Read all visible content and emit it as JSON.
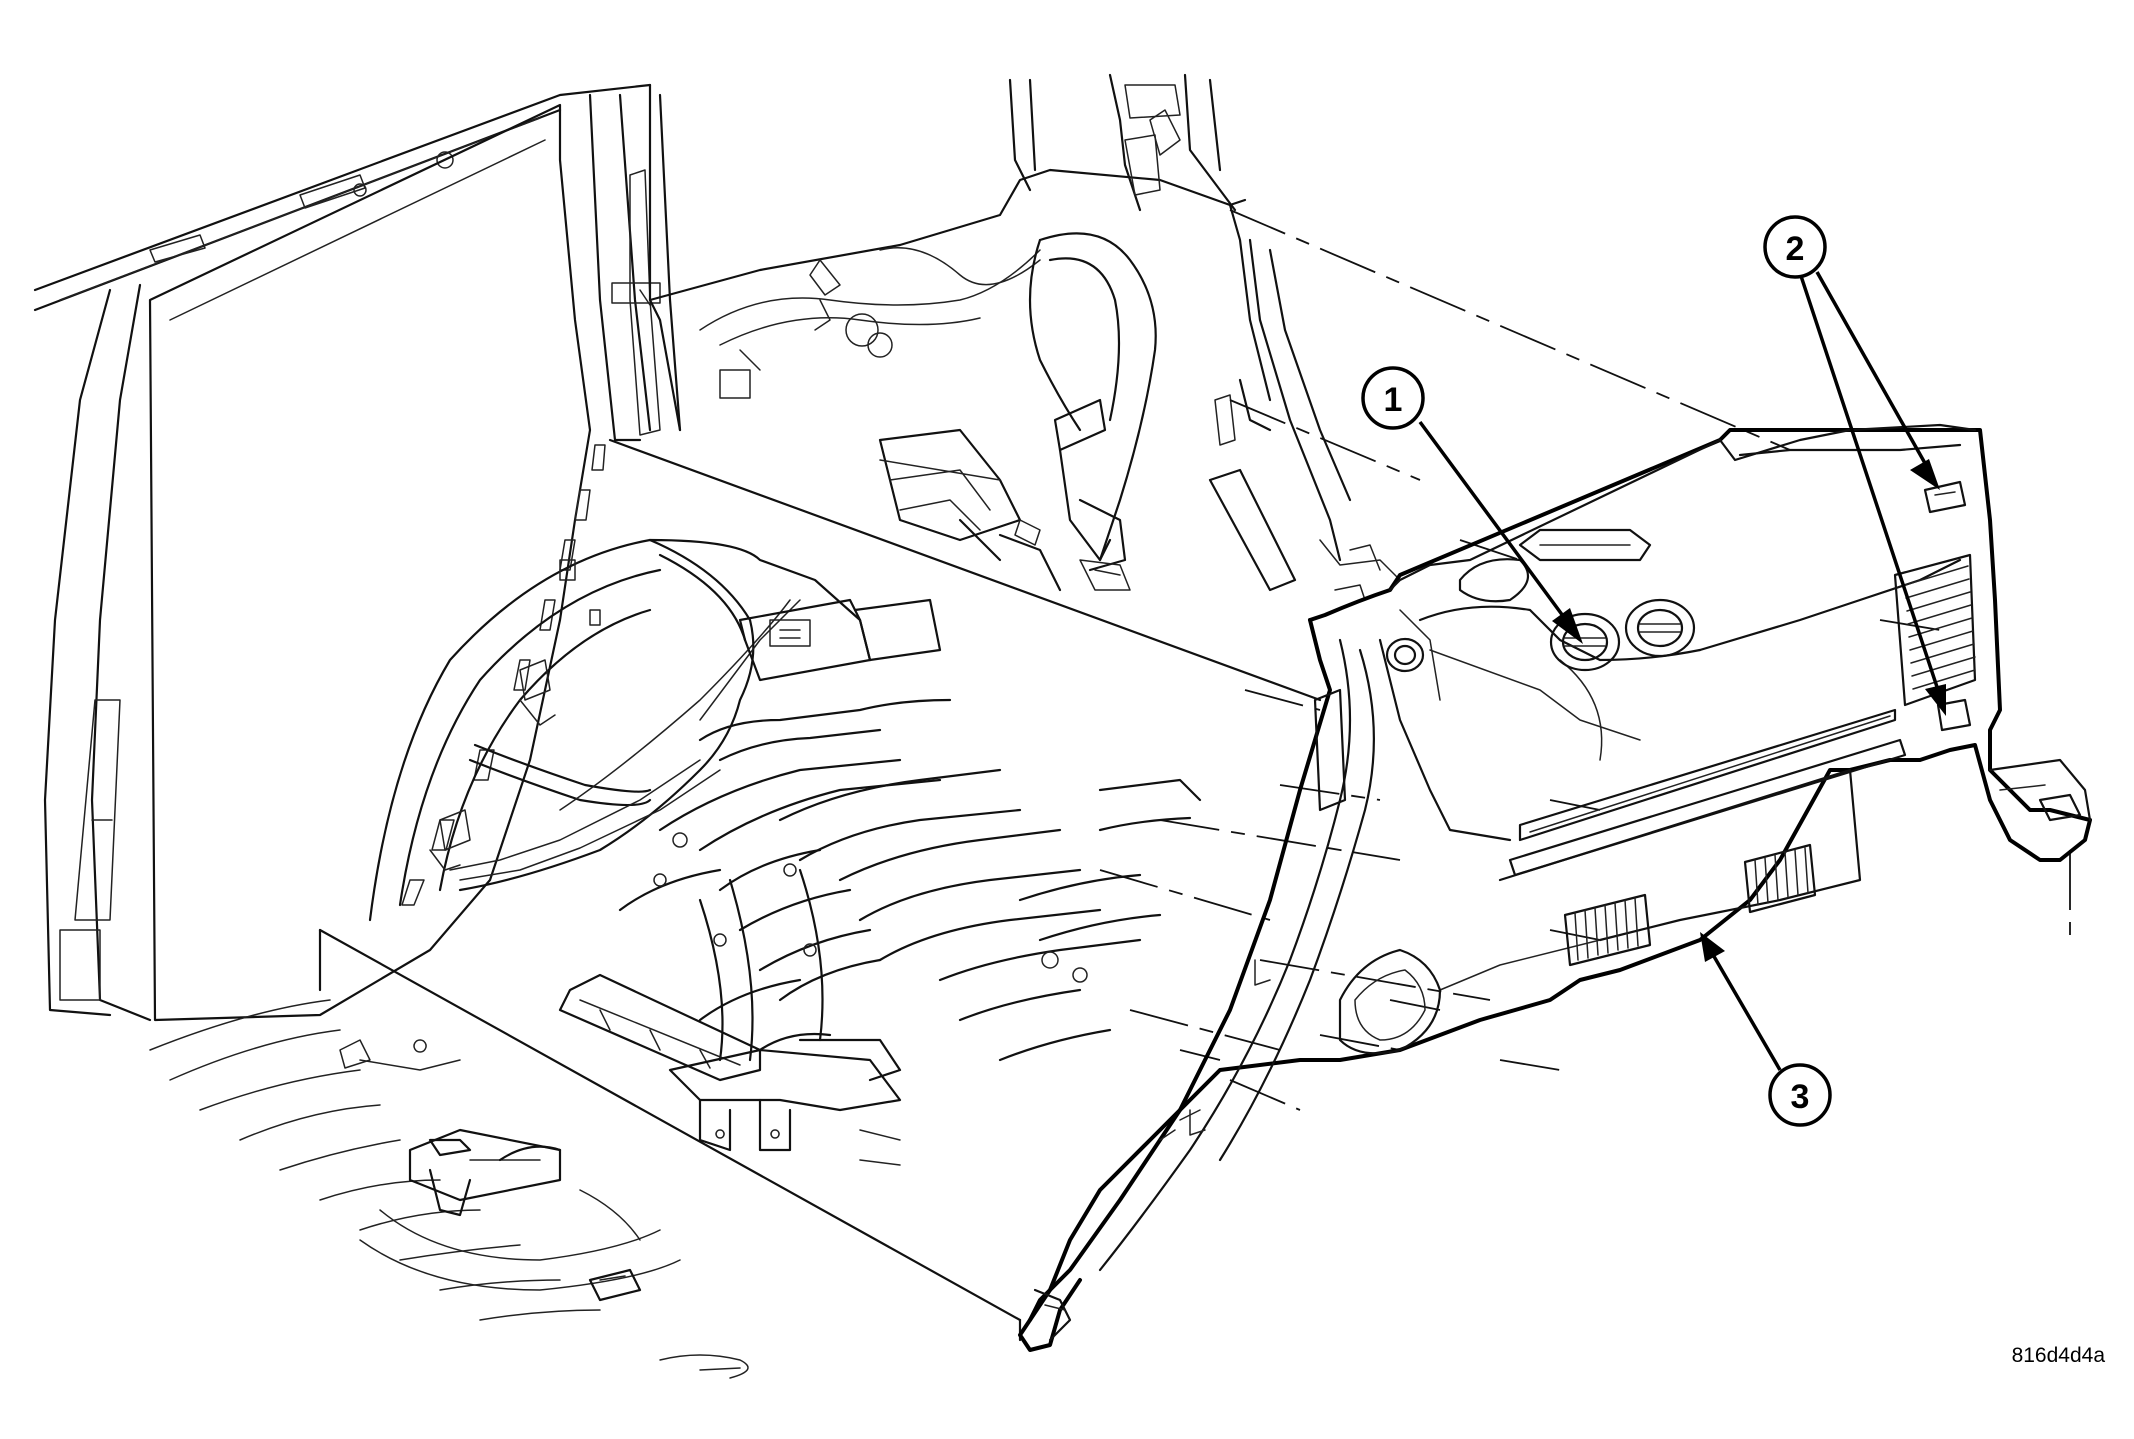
{
  "figure": {
    "reference_code": "816d4d4a",
    "callouts": [
      {
        "id": "callout-1",
        "label": "1"
      },
      {
        "id": "callout-2",
        "label": "2"
      },
      {
        "id": "callout-3",
        "label": "3"
      }
    ]
  },
  "colors": {
    "line": "#111111",
    "background": "#ffffff"
  }
}
